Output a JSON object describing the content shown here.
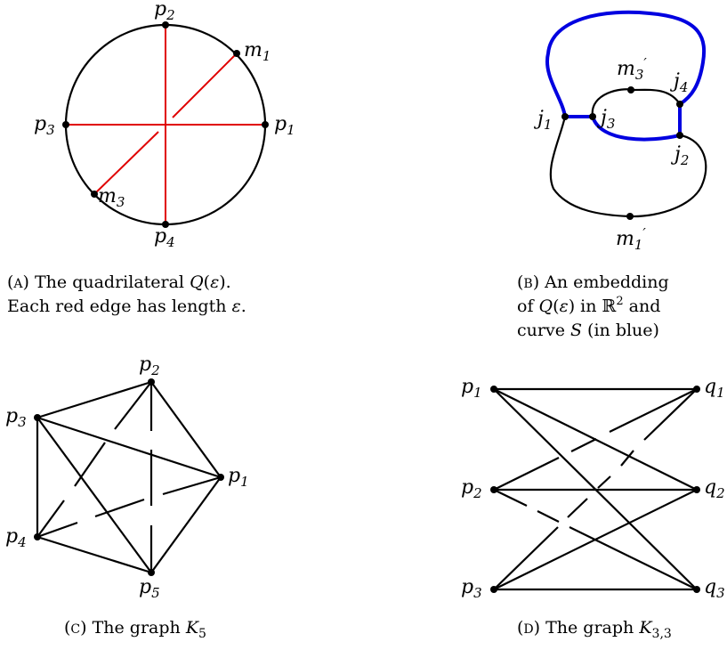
{
  "panel_a": {
    "labels": {
      "p2": [
        "p",
        "2"
      ],
      "m1": [
        "m",
        "1"
      ],
      "p3": [
        "p",
        "3"
      ],
      "p1": [
        "p",
        "1"
      ],
      "m3": [
        "m",
        "3"
      ],
      "p4": [
        "p",
        "4"
      ]
    },
    "caption_line1": [
      "(",
      "A",
      ")  The  quadrilateral  ",
      "Q",
      "(",
      "ε",
      ")."
    ],
    "caption_line2": [
      "Each red edge has length ",
      "ε",
      "."
    ]
  },
  "panel_b": {
    "labels": {
      "m3p": [
        "m",
        "3",
        "′"
      ],
      "j4": [
        "j",
        "4"
      ],
      "j1": [
        "j",
        "1"
      ],
      "j3": [
        "j",
        "3"
      ],
      "j2": [
        "j",
        "2"
      ],
      "m1p": [
        "m",
        "1",
        "′"
      ]
    },
    "caption_line1": [
      "(",
      "B",
      ")  An  embedding"
    ],
    "caption_line2": [
      "of  ",
      "Q",
      "(",
      "ε",
      ")  in  ",
      "ℝ",
      "2",
      "  and"
    ],
    "caption_line3": [
      "curve ",
      "S",
      " (in blue)"
    ]
  },
  "panel_c": {
    "labels": {
      "p2": [
        "p",
        "2"
      ],
      "p3": [
        "p",
        "3"
      ],
      "p1": [
        "p",
        "1"
      ],
      "p4": [
        "p",
        "4"
      ],
      "p5": [
        "p",
        "5"
      ]
    },
    "caption": [
      "(",
      "C",
      ") The graph ",
      "K",
      "5"
    ]
  },
  "panel_d": {
    "labels": {
      "p1": [
        "p",
        "1"
      ],
      "q1": [
        "q",
        "1"
      ],
      "p2": [
        "p",
        "2"
      ],
      "q2": [
        "q",
        "2"
      ],
      "p3": [
        "p",
        "3"
      ],
      "q3": [
        "q",
        "3"
      ]
    },
    "caption": [
      "(",
      "D",
      ") The graph ",
      "K",
      "3,3"
    ]
  }
}
